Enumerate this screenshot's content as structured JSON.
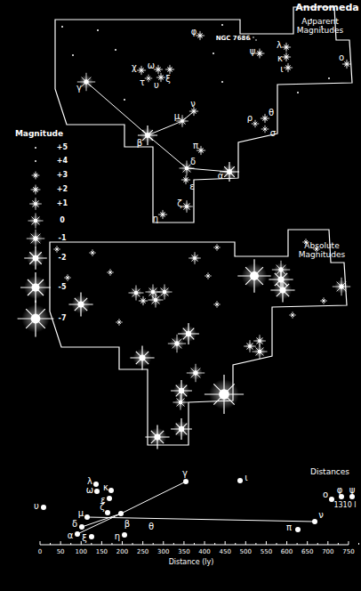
{
  "diagram": {
    "title": "Andromeda",
    "labels": [
      "Apparent Magnitudes",
      "φ",
      "NGC 7686",
      "λ",
      "ψ",
      "κ",
      "ι",
      "ο",
      "χ",
      "ω",
      "ξ",
      "τ",
      "υ",
      "γ",
      "ν",
      "μ",
      "θ",
      "ρ",
      "σ",
      "β",
      "π",
      "δ",
      "ε",
      "α",
      "ζ",
      "η",
      "Magnitude",
      "Absolute Magnitudes",
      "Distances",
      "λ",
      "ω",
      "υ",
      "ε",
      "κ",
      "γ",
      "ι",
      "ο",
      "φ",
      "ψ",
      "1310 l",
      "μ",
      "θ",
      "ν",
      "β",
      "π",
      "δ",
      "α",
      "ζ",
      "ξ",
      "η",
      "0",
      "50",
      "100",
      "150",
      "200",
      "250",
      "300",
      "350",
      "400",
      "450",
      "500",
      "550",
      "600",
      "650",
      "700",
      "750",
      "Distance (ly)"
    ],
    "legend": [
      {
        "text": "+5"
      },
      {
        "text": "+4"
      },
      {
        "text": "+3"
      },
      {
        "text": "+2"
      },
      {
        "text": "+1"
      },
      {
        "text": "0"
      },
      {
        "text": "-1"
      },
      {
        "text": "-2"
      },
      {
        "text": "-5"
      },
      {
        "text": "-7"
      }
    ]
  }
}
